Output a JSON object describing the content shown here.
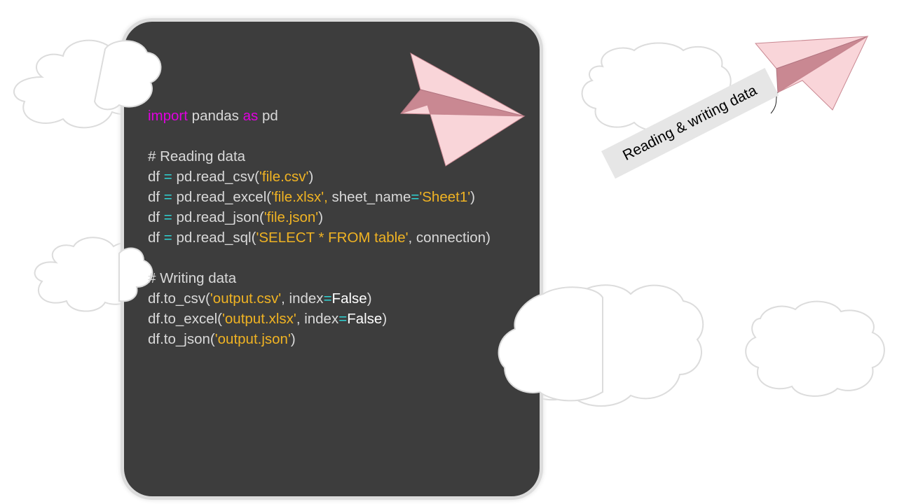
{
  "code": {
    "lines": [
      [
        {
          "t": "import",
          "c": "kw"
        },
        {
          "t": " pandas ",
          "c": "pink-text"
        },
        {
          "t": "as",
          "c": "kw"
        },
        {
          "t": " pd",
          "c": "pink-text"
        }
      ],
      [],
      [
        {
          "t": "# Reading data",
          "c": "pink-text"
        }
      ],
      [
        {
          "t": "df ",
          "c": "pink-text"
        },
        {
          "t": "=",
          "c": "op"
        },
        {
          "t": " pd.read_csv(",
          "c": "pink-text"
        },
        {
          "t": "'file.csv'",
          "c": "str"
        },
        {
          "t": ")",
          "c": "pink-text"
        }
      ],
      [
        {
          "t": "df ",
          "c": "pink-text"
        },
        {
          "t": "=",
          "c": "op"
        },
        {
          "t": " pd.read_excel(",
          "c": "pink-text"
        },
        {
          "t": "'file.xlsx',",
          "c": "str"
        },
        {
          "t": " sheet_name",
          "c": "pink-text"
        },
        {
          "t": "=",
          "c": "op"
        },
        {
          "t": "'Sheet1'",
          "c": "str"
        },
        {
          "t": ")",
          "c": "pink-text"
        }
      ],
      [
        {
          "t": "df ",
          "c": "pink-text"
        },
        {
          "t": "=",
          "c": "op"
        },
        {
          "t": " pd.read_json(",
          "c": "pink-text"
        },
        {
          "t": "'file.json'",
          "c": "str"
        },
        {
          "t": ")",
          "c": "pink-text"
        }
      ],
      [
        {
          "t": "df ",
          "c": "pink-text"
        },
        {
          "t": "=",
          "c": "op"
        },
        {
          "t": " pd.read_sql(",
          "c": "pink-text"
        },
        {
          "t": "'SELECT * FROM table'",
          "c": "str"
        },
        {
          "t": ", connection)",
          "c": "pink-text"
        }
      ],
      [],
      [
        {
          "t": "# Writing data",
          "c": "pink-text"
        }
      ],
      [
        {
          "t": "df.to_csv(",
          "c": "pink-text"
        },
        {
          "t": "'output.csv'",
          "c": "str"
        },
        {
          "t": ", index",
          "c": "pink-text"
        },
        {
          "t": "=",
          "c": "op"
        },
        {
          "t": "False",
          "c": "lit"
        },
        {
          "t": ")",
          "c": "pink-text"
        }
      ],
      [
        {
          "t": "df.to_excel(",
          "c": "pink-text"
        },
        {
          "t": "'output.xlsx'",
          "c": "str"
        },
        {
          "t": ", index",
          "c": "pink-text"
        },
        {
          "t": "=",
          "c": "op"
        },
        {
          "t": "False",
          "c": "lit"
        },
        {
          "t": ")",
          "c": "pink-text"
        }
      ],
      [
        {
          "t": "df.to_json(",
          "c": "pink-text"
        },
        {
          "t": "'output.json'",
          "c": "str"
        },
        {
          "t": ")",
          "c": "pink-text"
        }
      ]
    ]
  },
  "banner": {
    "text": "Reading & writing data"
  },
  "colors": {
    "panel": "#3d3d3d",
    "keyword": "#e000e0",
    "operator": "#2fd4d4",
    "string": "#f0b323",
    "text": "#d9d9d9",
    "plane_light": "#f9d5d9",
    "plane_dark": "#c98892"
  },
  "icons": [
    "cloud-icon",
    "paper-plane-icon"
  ]
}
